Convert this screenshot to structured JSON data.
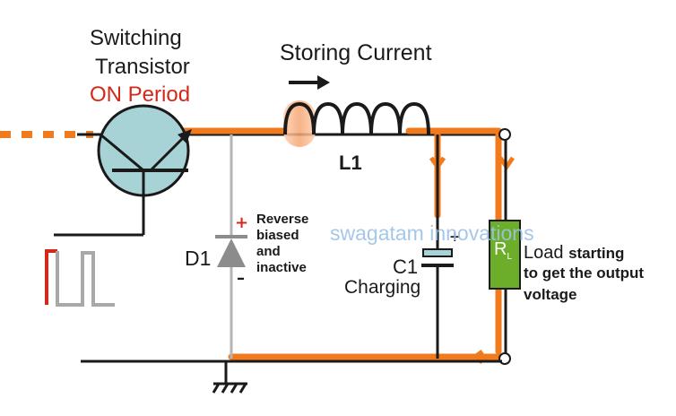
{
  "labels": {
    "switching": "Switching",
    "transistor": "Transistor",
    "on_period": "ON Period",
    "storing_current": "Storing Current",
    "inductor": "L1",
    "diode": "D1",
    "reverse_biased": [
      "Reverse",
      "biased",
      "and",
      "inactive"
    ],
    "capacitor": "C1",
    "charging": "Charging",
    "load": "Load",
    "load_line2": "starting",
    "load_line3": "to get the output",
    "load_line4": "voltage",
    "resistor": "R",
    "resistor_sub": "L",
    "watermark": "swagatam innovations",
    "plus": "+",
    "minus": "–"
  },
  "colors": {
    "current_path": "#f07a1c",
    "wire": "#1a1a1a",
    "grey_wire": "#a8a8a8",
    "transistor_fill": "#a8d3d6",
    "load_fill": "#6cae2a",
    "red_text": "#d4281b"
  },
  "icons": [
    "transistor-icon",
    "inductor-coil-icon",
    "diode-icon",
    "capacitor-icon",
    "resistor-icon",
    "ground-icon",
    "pulse-wave-icon",
    "arrow-right-icon"
  ]
}
